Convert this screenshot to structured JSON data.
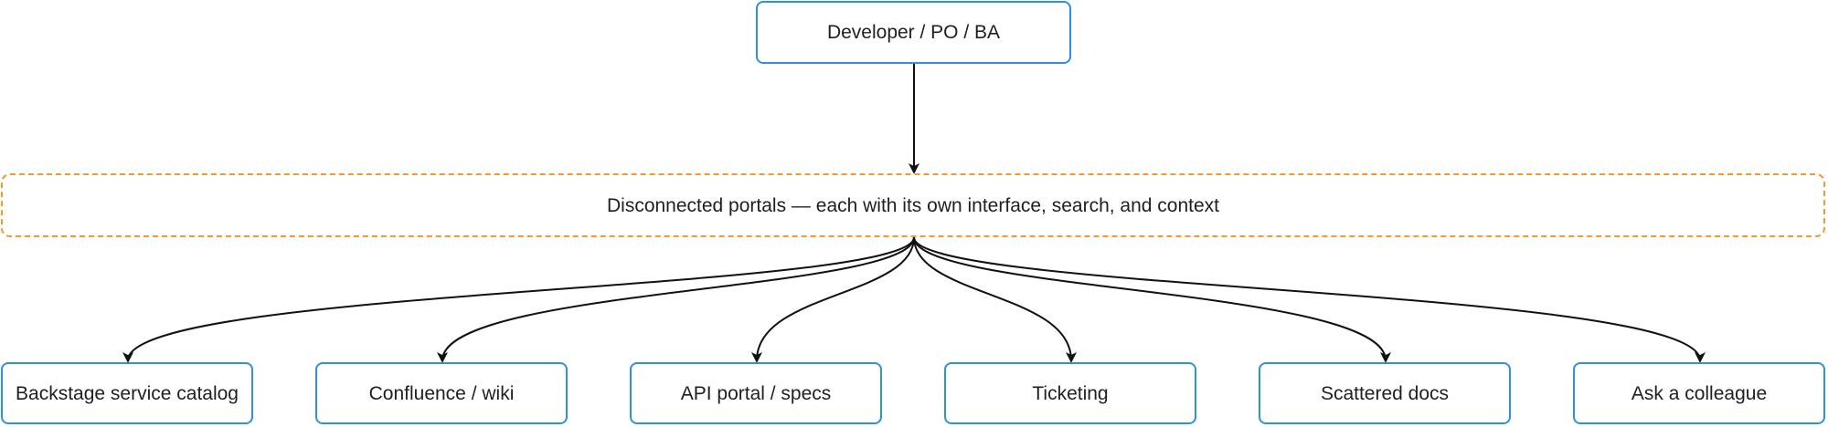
{
  "diagram": {
    "top_node": {
      "label": "Developer / PO / BA"
    },
    "portal_group": {
      "label": "Disconnected portals — each with its own interface, search, and context"
    },
    "leaf_nodes": [
      {
        "label": "Backstage service catalog"
      },
      {
        "label": "Confluence / wiki"
      },
      {
        "label": "API portal / specs"
      },
      {
        "label": "Ticketing"
      },
      {
        "label": "Scattered docs"
      },
      {
        "label": "Ask a colleague"
      }
    ]
  },
  "colors": {
    "node_border": "#2f8fe3",
    "group_border": "#ef9b31",
    "connector": "#111111"
  }
}
